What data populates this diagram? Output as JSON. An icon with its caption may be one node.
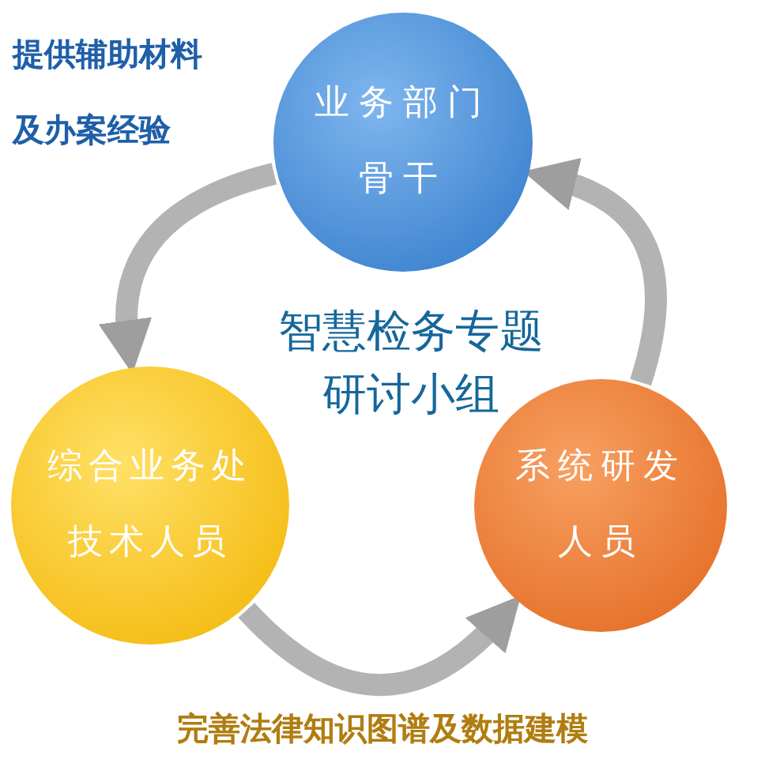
{
  "diagram": {
    "title": "智慧检务专题研讨小组",
    "nodes": [
      {
        "text": [
          "业务部门骨干"
        ],
        "beside": [
          "提供辅助材料及办案经验"
        ]
      },
      {
        "text": [
          "综合业务处技术人员"
        ]
      },
      {
        "text": [
          "系统研发人员"
        ]
      }
    ],
    "edges": [
      {
        "from": 0,
        "to": 1,
        "arrow": "to"
      },
      {
        "from": 1,
        "to": 2,
        "arrow": "to"
      },
      {
        "from": 2,
        "to": 0,
        "arrow": "to"
      }
    ],
    "labels": [
      "完善法律知识图谱及数据建模"
    ]
  }
}
